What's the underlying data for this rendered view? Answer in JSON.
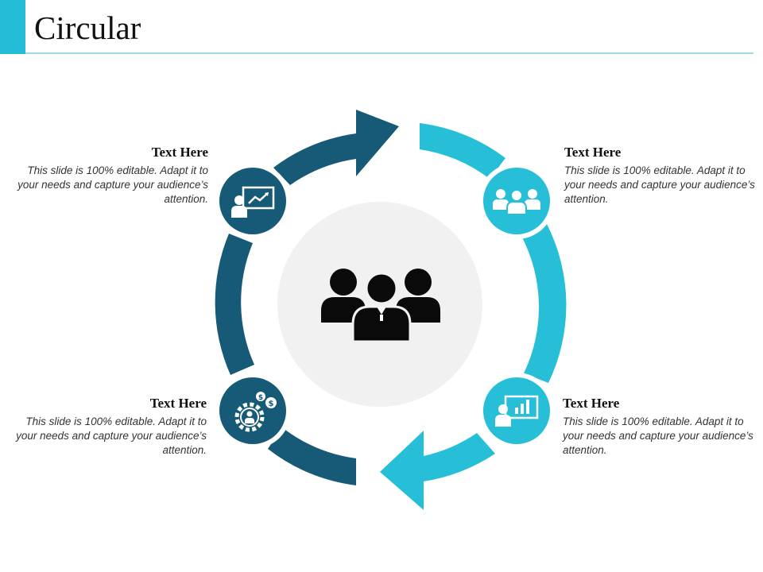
{
  "slide": {
    "title": "Circular"
  },
  "colors": {
    "dark": "#165a78",
    "light": "#27bfd8",
    "center_bg": "#f1f1f1",
    "accent": "#23bcd7"
  },
  "blocks": [
    {
      "heading": "Text Here",
      "body": "This slide is 100% editable. Adapt it to your needs and capture your audience’s attention.",
      "icon": "presenter-growth-chart-icon"
    },
    {
      "heading": "Text Here",
      "body": "This slide is 100% editable. Adapt it to your needs and capture your audience’s attention.",
      "icon": "team-group-icon"
    },
    {
      "heading": "Text Here",
      "body": "This slide is 100% editable. Adapt it to your needs and capture your audience’s attention.",
      "icon": "money-gear-icon"
    },
    {
      "heading": "Text Here",
      "body": "This slide is 100% editable. Adapt it to your needs and capture your audience’s attention.",
      "icon": "presenter-bar-chart-icon"
    }
  ],
  "center": {
    "icon": "business-team-icon"
  }
}
